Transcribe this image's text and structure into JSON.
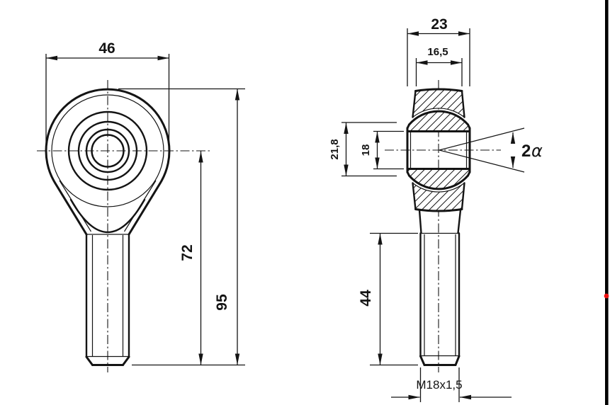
{
  "drawing": {
    "title": "rod-end-spherical-bearing-two-view-drawing",
    "front_view": {
      "head_width": "46",
      "center_height": "72",
      "total_height": "95"
    },
    "side_view": {
      "ball_width": "23",
      "housing_width": "16,5",
      "sphere_diameter": "21,8",
      "bore_diameter": "18",
      "thread_length": "44",
      "thread_spec": "M18x1,5",
      "angle_prefix": "2",
      "angle_symbol": "α"
    },
    "colors": {
      "line": "#141414",
      "background": "#ffffff",
      "edge_bar": "#000000",
      "marker_dot": "#ee1111"
    }
  }
}
